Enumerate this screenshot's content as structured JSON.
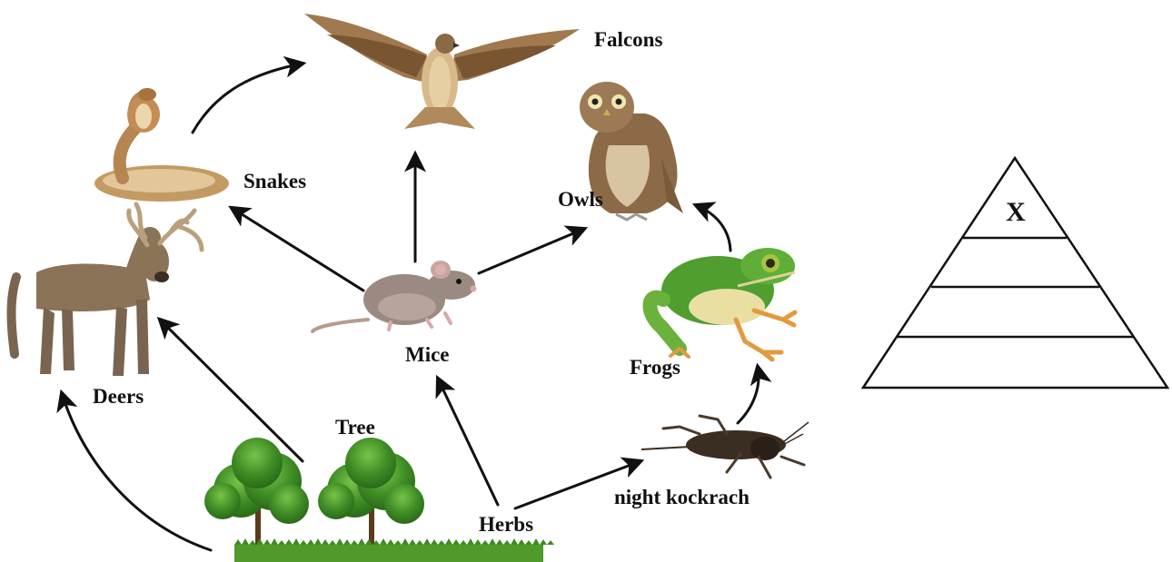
{
  "labels": {
    "falcons": "Falcons",
    "snakes": "Snakes",
    "owls": "Owls",
    "deers": "Deers",
    "mice": "Mice",
    "frogs": "Frogs",
    "tree": "Tree",
    "herbs": "Herbs",
    "night_kockrach": "night kockrach"
  },
  "pyramid": {
    "top_label": "X",
    "levels": 4
  },
  "food_web": [
    {
      "from": "Tree",
      "to": "Deers"
    },
    {
      "from": "Herbs",
      "to": "Deers"
    },
    {
      "from": "Herbs",
      "to": "Mice"
    },
    {
      "from": "Herbs",
      "to": "night kockrach"
    },
    {
      "from": "night kockrach",
      "to": "Frogs"
    },
    {
      "from": "Frogs",
      "to": "Owls"
    },
    {
      "from": "Mice",
      "to": "Owls"
    },
    {
      "from": "Mice",
      "to": "Falcons"
    },
    {
      "from": "Mice",
      "to": "Snakes"
    },
    {
      "from": "Snakes",
      "to": "Falcons"
    }
  ],
  "colors": {
    "arrow": "#111111",
    "foliage": "#3d8a23",
    "grass": "#4f9a2a",
    "trunk": "#5b3a1e"
  }
}
